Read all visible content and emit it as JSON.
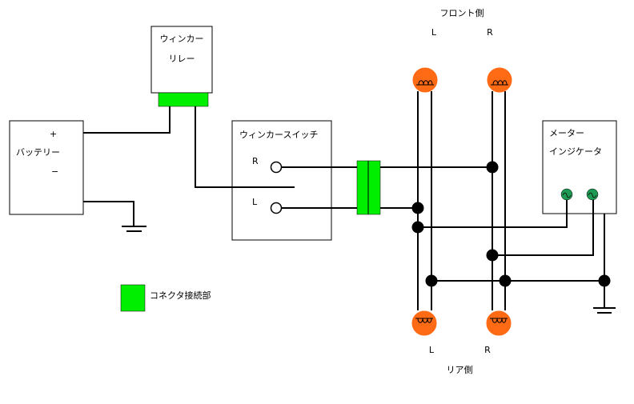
{
  "relay": {
    "line1": "ウィンカー",
    "line2": "リレー"
  },
  "battery": {
    "name": "バッテリー",
    "plus": "+",
    "minus": "−"
  },
  "switch": {
    "title": "ウィンカースイッチ",
    "r": "R",
    "l": "L"
  },
  "meter": {
    "line1": "メーター",
    "line2": "インジケータ"
  },
  "front": {
    "title": "フロント側",
    "left": "L",
    "right": "R"
  },
  "rear": {
    "title": "リア側",
    "left": "L",
    "right": "R"
  },
  "legend": {
    "connector": "コネクタ接続部"
  },
  "colors": {
    "connector": "#00ee00",
    "bulb": "#ff6a14",
    "indicator": "#1f9a55"
  }
}
